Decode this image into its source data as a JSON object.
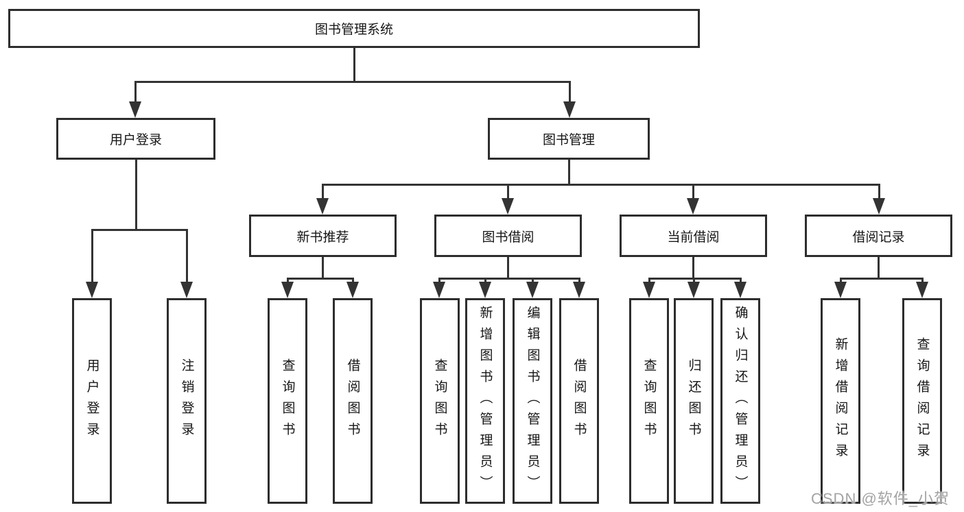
{
  "colors": {
    "background": "#ffffff",
    "line": "#333333",
    "box_border": "#2d2d2d",
    "text": "#161616",
    "watermark": "#a3a3a3"
  },
  "watermark": {
    "text": "CSDN @软件_小贺同学"
  },
  "tree": {
    "root": {
      "label": "图书管理系统"
    },
    "branches": [
      {
        "label": "用户登录",
        "leaves": [
          {
            "label": "用户登录"
          },
          {
            "label": "注销登录"
          }
        ]
      },
      {
        "label": "图书管理",
        "children": [
          {
            "label": "新书推荐",
            "leaves": [
              {
                "label": "查询图书"
              },
              {
                "label": "借阅图书"
              }
            ]
          },
          {
            "label": "图书借阅",
            "leaves": [
              {
                "label": "查询图书"
              },
              {
                "label": "新增图书（管理员）"
              },
              {
                "label": "编辑图书（管理员）"
              },
              {
                "label": "借阅图书"
              }
            ]
          },
          {
            "label": "当前借阅",
            "leaves": [
              {
                "label": "查询图书"
              },
              {
                "label": "归还图书"
              },
              {
                "label": "确认归还（管理员）"
              }
            ]
          },
          {
            "label": "借阅记录",
            "leaves": [
              {
                "label": "新增借阅记录"
              },
              {
                "label": "查询借阅记录"
              }
            ]
          }
        ]
      }
    ]
  }
}
